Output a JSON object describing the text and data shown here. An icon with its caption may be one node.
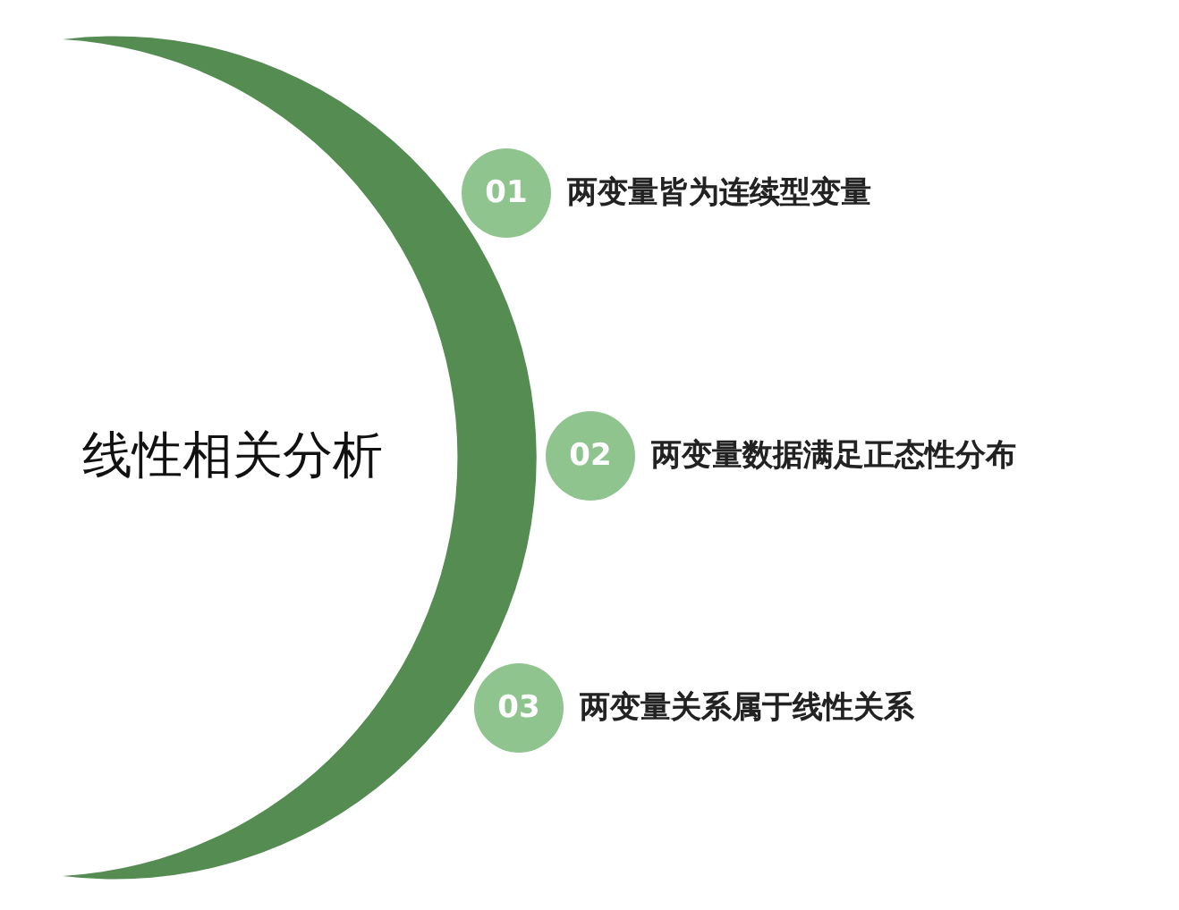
{
  "diagram": {
    "title": "线性相关分析",
    "nodes": [
      {
        "text": [
          "01"
        ],
        "beside": [
          "两变量皆为连续型变量"
        ]
      },
      {
        "text": [
          "02"
        ],
        "beside": [
          "两变量数据满足正态性分布"
        ]
      },
      {
        "text": [
          "03"
        ],
        "beside": [
          "两变量关系属于线性关系"
        ]
      }
    ]
  }
}
